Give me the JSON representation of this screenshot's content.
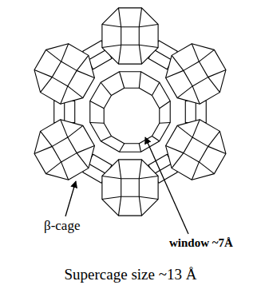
{
  "diagram": {
    "caption": "Supercage size ~13 Å",
    "labels": [
      "β-cage",
      "window ~7Å"
    ]
  }
}
